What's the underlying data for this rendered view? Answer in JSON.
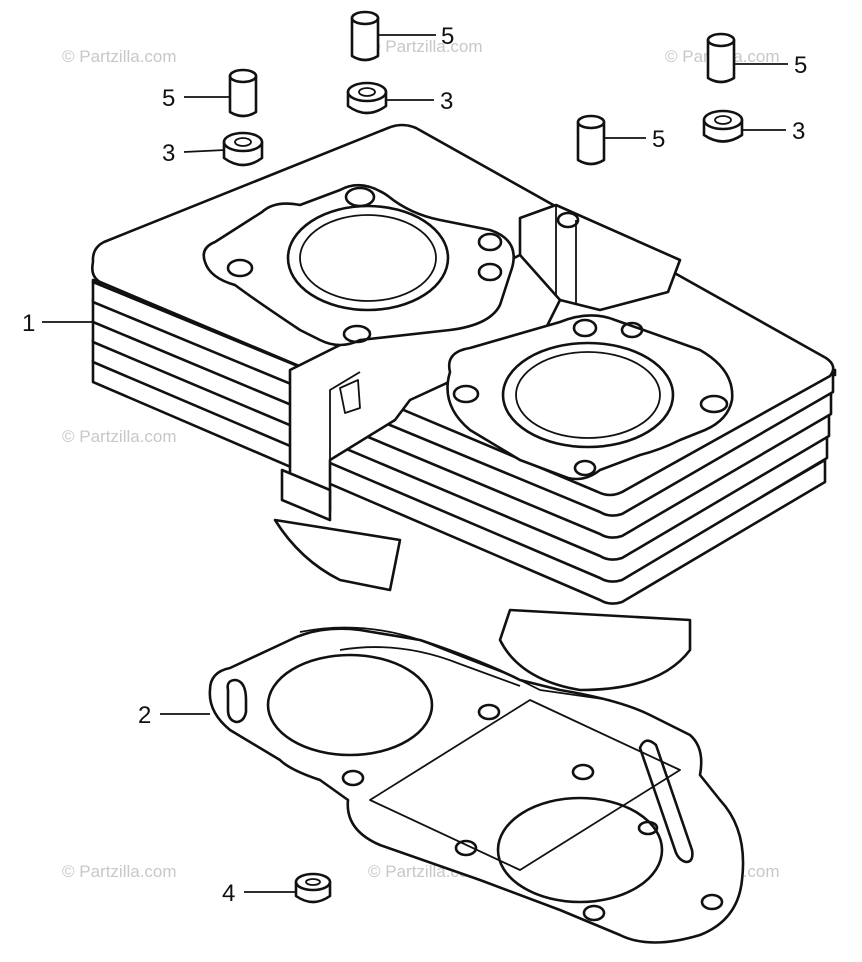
{
  "watermark": "© Partzilla.com",
  "callouts": {
    "cylinder": "1",
    "gasket": "2",
    "seal_left": "3",
    "seal_center": "3",
    "seal_right": "3",
    "nut": "4",
    "dowel_left": "5",
    "dowel_center": "5",
    "dowel_mid": "5",
    "dowel_right": "5"
  }
}
